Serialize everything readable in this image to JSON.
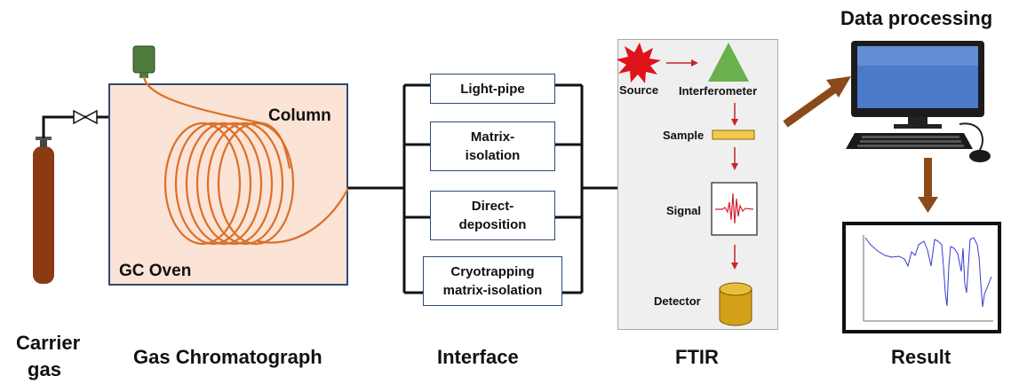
{
  "carrier_gas": {
    "label": "Carrier\ngas"
  },
  "gas_chromatograph": {
    "label": "Gas Chromatograph",
    "column_label": "Column",
    "oven_label": "GC Oven"
  },
  "interface": {
    "label": "Interface",
    "boxes": [
      "Light-pipe",
      "Matrix-\nisolation",
      "Direct-\ndeposition",
      "Cryotrapping\nmatrix-isolation"
    ]
  },
  "ftir": {
    "label": "FTIR",
    "source": "Source",
    "interferometer": "Interferometer",
    "sample": "Sample",
    "signal": "Signal",
    "detector": "Detector"
  },
  "data_processing": {
    "label": "Data processing"
  },
  "result": {
    "label": "Result"
  },
  "colors": {
    "cylinder": "#8b3a14",
    "coil": "#d9702a",
    "oven_bg": "#fbe3d5",
    "oven_border": "#2e4b73",
    "arrow_brown": "#8b4a1a",
    "source_red": "#e0121a",
    "interferometer_green": "#6ab04c",
    "sample_yellow": "#f2c84b",
    "detector_gold": "#d4a017",
    "screen_blue": "#4a7ac8"
  }
}
